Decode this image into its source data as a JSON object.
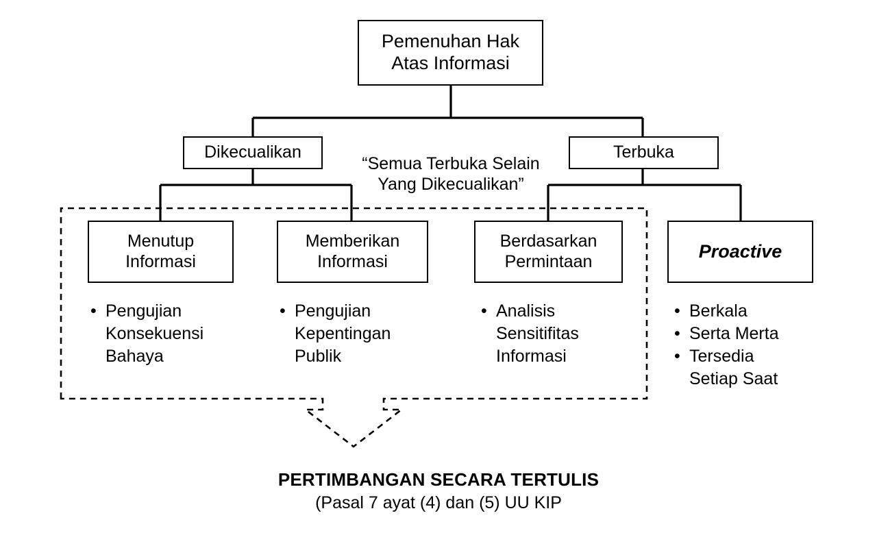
{
  "diagram": {
    "title_box": {
      "label": "Pemenuhan Hak\nAtas Informasi"
    },
    "quote": {
      "text": "“Semua Terbuka Selain\nYang Dikecualikan”"
    },
    "level2": [
      {
        "label": "Dikecualikan"
      },
      {
        "label": "Terbuka"
      }
    ],
    "level3": [
      {
        "label": "Menutup\nInformasi"
      },
      {
        "label": "Memberikan\nInformasi"
      },
      {
        "label": "Berdasarkan\nPermintaan"
      },
      {
        "label": "Proactive"
      }
    ],
    "bullet_groups": [
      {
        "items": [
          "Pengujian",
          "Konsekuensi",
          "Bahaya"
        ],
        "bulleted": [
          true,
          false,
          false
        ]
      },
      {
        "items": [
          "Pengujian",
          "Kepentingan",
          "Publik"
        ],
        "bulleted": [
          true,
          false,
          false
        ]
      },
      {
        "items": [
          "Analisis",
          "Sensitifitas",
          "Informasi"
        ],
        "bulleted": [
          true,
          false,
          false
        ]
      },
      {
        "items": [
          "Berkala",
          "Serta Merta",
          "Tersedia",
          "Setiap Saat"
        ],
        "bulleted": [
          true,
          true,
          true,
          false
        ]
      }
    ],
    "bullets": {
      "g0": {
        "l0": "Pengujian",
        "l1": "Konsekuensi",
        "l2": "Bahaya"
      },
      "g1": {
        "l0": "Pengujian",
        "l1": "Kepentingan",
        "l2": "Publik"
      },
      "g2": {
        "l0": "Analisis",
        "l1": "Sensitifitas",
        "l2": "Informasi"
      },
      "g3": {
        "l0": "Berkala",
        "l1": "Serta Merta",
        "l2": "Tersedia",
        "l3": "Setiap Saat"
      }
    },
    "footer": {
      "line1": "PERTIMBANGAN SECARA TERTULIS",
      "line2": "(Pasal 7 ayat (4) dan (5) UU KIP"
    },
    "colors": {
      "line": "#000000",
      "text": "#000000",
      "background": "#ffffff"
    }
  }
}
